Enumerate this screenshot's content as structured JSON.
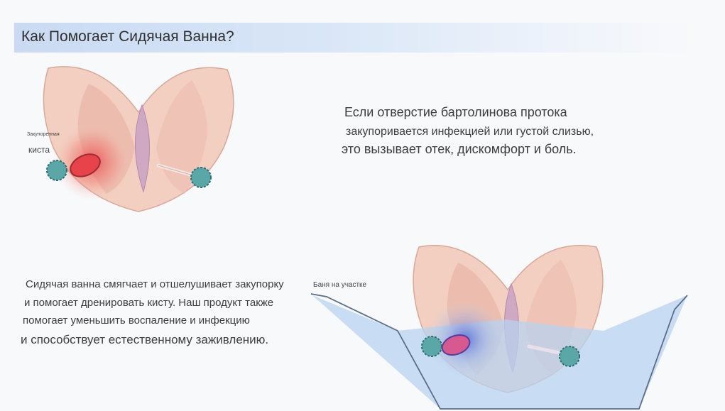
{
  "header": {
    "title": "Как Помогает Сидячая Ванна?"
  },
  "top_illustration": {
    "label_small": "Закупоренная",
    "label": "киста"
  },
  "top_text": {
    "line1": "Если отверстие бартолинова протока",
    "line2": "закупоривается инфекцией или густой слизью,",
    "line3": "это вызывает отек, дискомфорт и боль."
  },
  "bottom_text": {
    "line1": "Сидячая ванна смягчает и отшелушивает закупорку",
    "line2": "и помогает дренировать кисту. Наш продукт также",
    "line3": "помогает уменьшить воспаление и инфекцию",
    "line4": "и способствует естественному заживлению."
  },
  "bottom_illustration": {
    "label": "Баня на участке"
  },
  "colors": {
    "skin": "#f2cfc0",
    "skin_edge": "#d9a898",
    "inner": "#e9b7ac",
    "cyst_red": "#e8434a",
    "cyst_blue": "#3f5bd8",
    "water": "#b8d3f0",
    "gland": "#5aa7a8"
  }
}
